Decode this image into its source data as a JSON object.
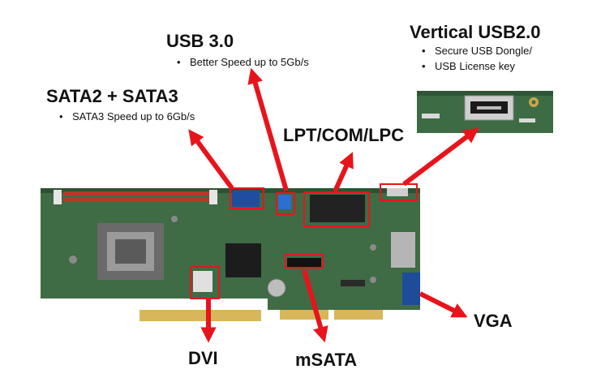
{
  "labels": {
    "usb3_title": "USB 3.0",
    "usb3_bullet": "Better Speed up to 5Gb/s",
    "sata_title": "SATA2 + SATA3",
    "sata_bullet": "SATA3  Speed up to 6Gb/s",
    "vusb_title": "Vertical USB2.0",
    "vusb_bullet_1": "Secure USB Dongle/",
    "vusb_bullet_2": "USB License key",
    "lpt_title": "LPT/COM/LPC",
    "dvi": "DVI",
    "msata": "mSATA",
    "vga": "VGA"
  },
  "colors": {
    "arrow": "#e8141b",
    "pcb": "#3f6b45",
    "pcb_dark": "#2d5233",
    "text": "#111111"
  }
}
